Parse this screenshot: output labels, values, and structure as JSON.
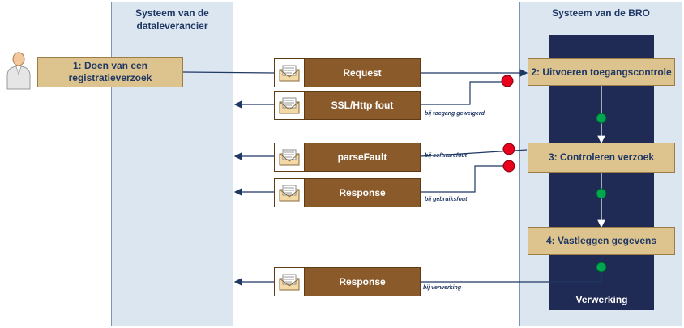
{
  "systems": {
    "left_title": "Systeem van de dataleverancier",
    "right_title": "Systeem van de BRO"
  },
  "processes": {
    "p1": "1: Doen van een registratieverzoek",
    "p2": "2: Uitvoeren toegangscontrole",
    "p3": "3:  Controleren verzoek",
    "p4": "4: Vastleggen gegevens"
  },
  "verwerking_label": "Verwerking",
  "messages": [
    {
      "label": "Request",
      "note": ""
    },
    {
      "label": "SSL/Http fout",
      "note": "bij toegang geweigerd"
    },
    {
      "label": "parseFault",
      "note": "bij softwarefout"
    },
    {
      "label": "Response",
      "note": "bij gebruiksfout"
    },
    {
      "label": "Response",
      "note": "bij verwerking"
    }
  ],
  "colors": {
    "system_bg": "#dce6f1",
    "process_bg": "#ddc38e",
    "message_bg": "#8b5a2b",
    "dark_panel": "#1f2a55",
    "error_dot": "#e8001c",
    "ok_dot": "#00a651"
  },
  "icons": {
    "actor": "person-icon",
    "message": "envelope-icon"
  }
}
